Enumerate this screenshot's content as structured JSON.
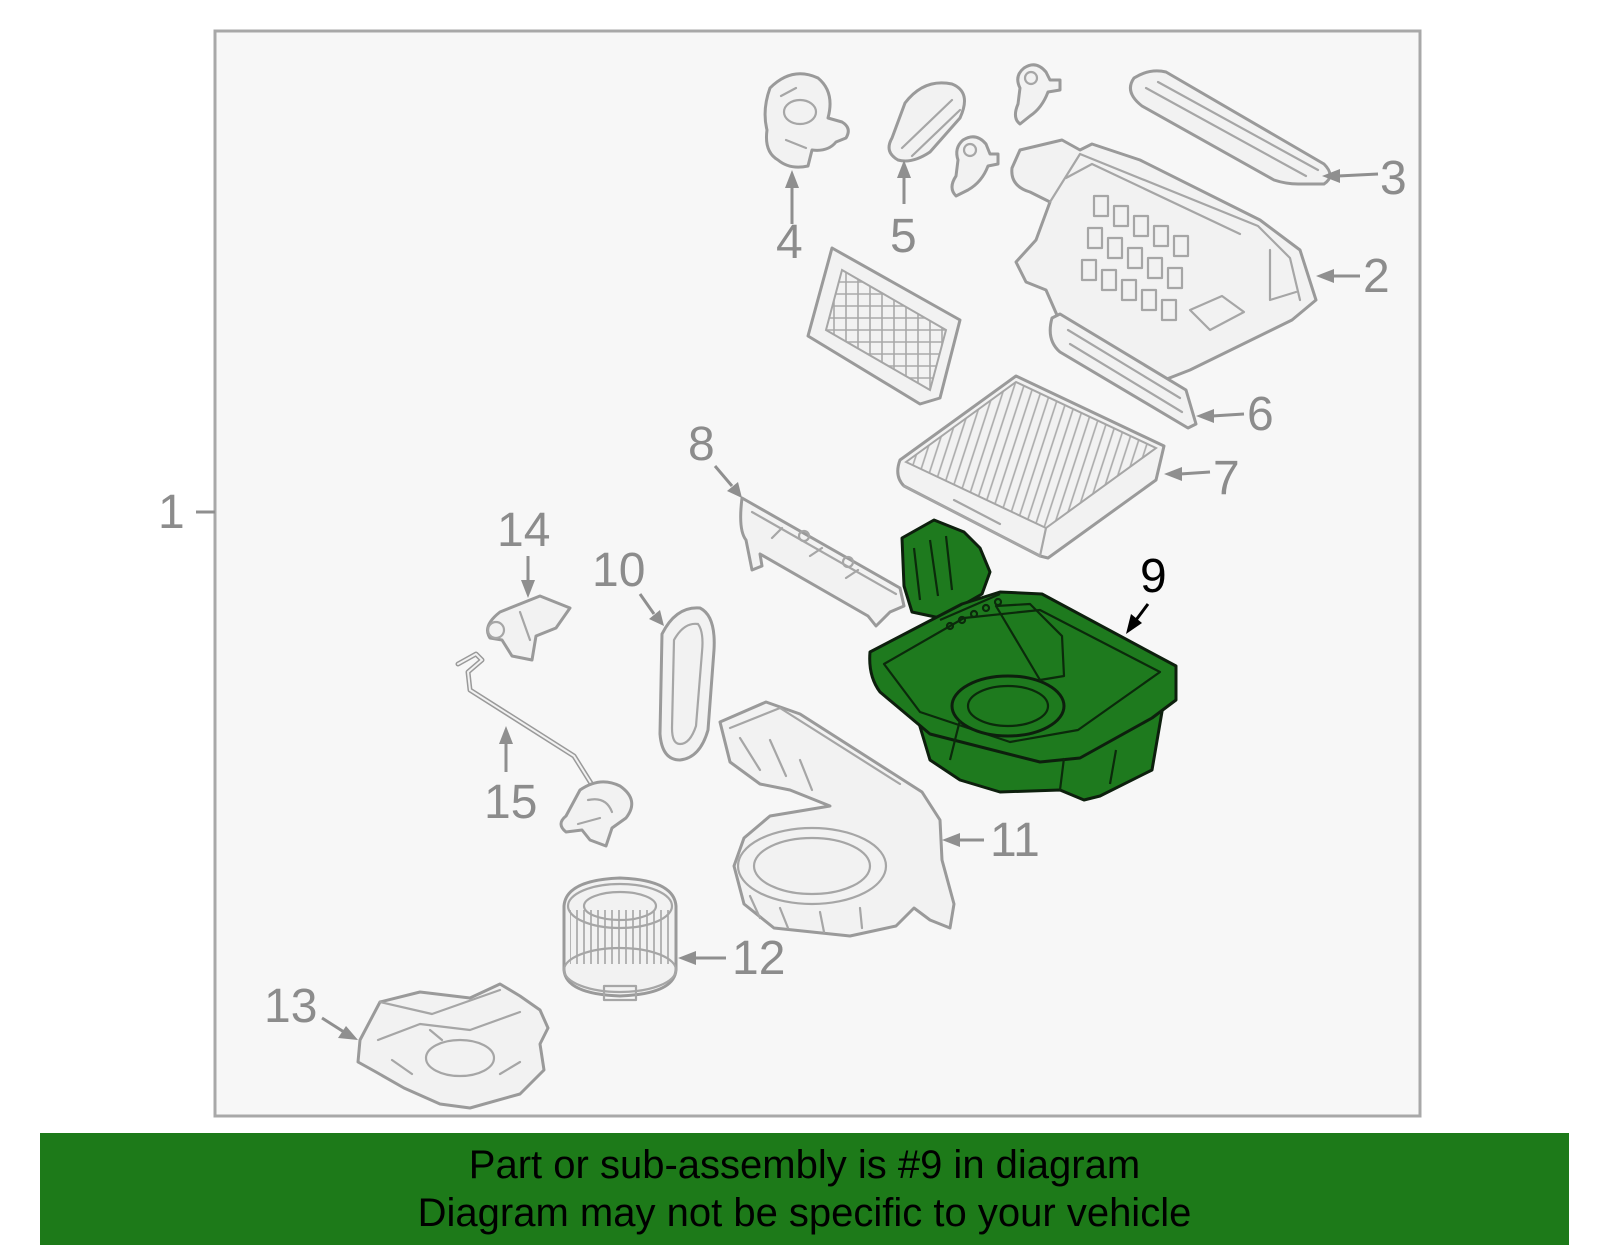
{
  "callouts": {
    "c1": "1",
    "c2": "2",
    "c3": "3",
    "c4": "4",
    "c5": "5",
    "c6": "6",
    "c7": "7",
    "c8": "8",
    "c9": "9",
    "c10": "10",
    "c11": "11",
    "c12": "12",
    "c13": "13",
    "c14": "14",
    "c15": "15"
  },
  "highlighted_part": "9",
  "colors": {
    "highlight": "#1e7a1e",
    "banner": "#1d7a19",
    "parts": "#9a9a9a"
  },
  "banner": {
    "line1": "Part or sub-assembly is #9 in diagram",
    "line2": "Diagram may not be specific to your vehicle"
  }
}
